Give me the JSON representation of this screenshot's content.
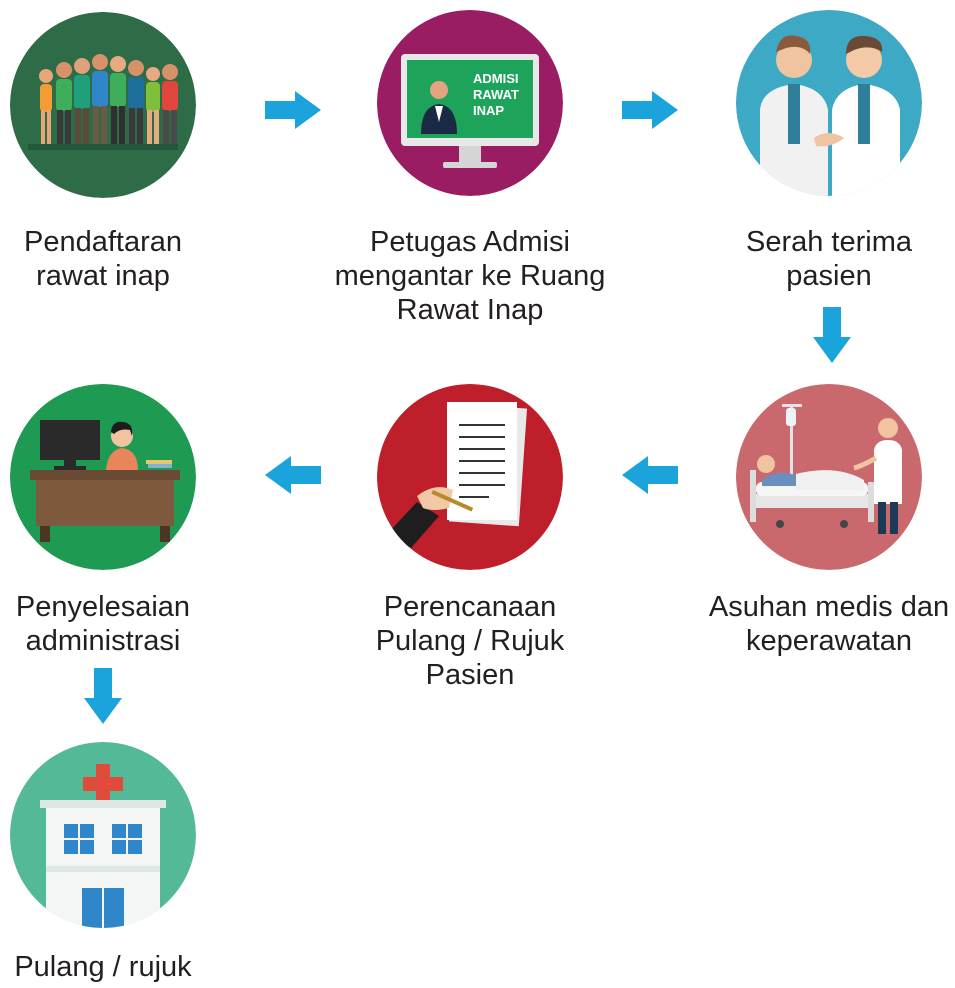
{
  "colors": {
    "arrow": "#1ba3dc",
    "step1_bg": "#2e6b47",
    "step2_bg": "#9a1d64",
    "step3_bg": "#3ea9c5",
    "step4_bg": "#c9696e",
    "step5_bg": "#be1f2b",
    "step6_bg": "#1f9a53",
    "step7_bg": "#54b996"
  },
  "steps": [
    {
      "icon": "crowd-icon",
      "lines": [
        "Pendaftaran",
        "rawat inap"
      ]
    },
    {
      "icon": "monitor-admisi-icon",
      "screen_text": [
        "ADMISI",
        "RAWAT",
        "INAP"
      ],
      "lines": [
        "Petugas Admisi",
        "mengantar ke Ruang",
        "Rawat Inap"
      ]
    },
    {
      "icon": "doctors-handshake-icon",
      "lines": [
        "Serah terima",
        "pasien"
      ]
    },
    {
      "icon": "hospital-bed-icon",
      "lines": [
        "Asuhan medis dan",
        "keperawatan"
      ]
    },
    {
      "icon": "signing-document-icon",
      "lines": [
        "Perencanaan",
        "Pulang / Rujuk",
        "Pasien"
      ]
    },
    {
      "icon": "admin-desk-icon",
      "lines": [
        "Penyelesaian",
        "administrasi"
      ]
    },
    {
      "icon": "hospital-building-icon",
      "lines": [
        "Pulang / rujuk"
      ]
    }
  ],
  "arrows": [
    "right",
    "right",
    "down",
    "left",
    "left",
    "down"
  ]
}
